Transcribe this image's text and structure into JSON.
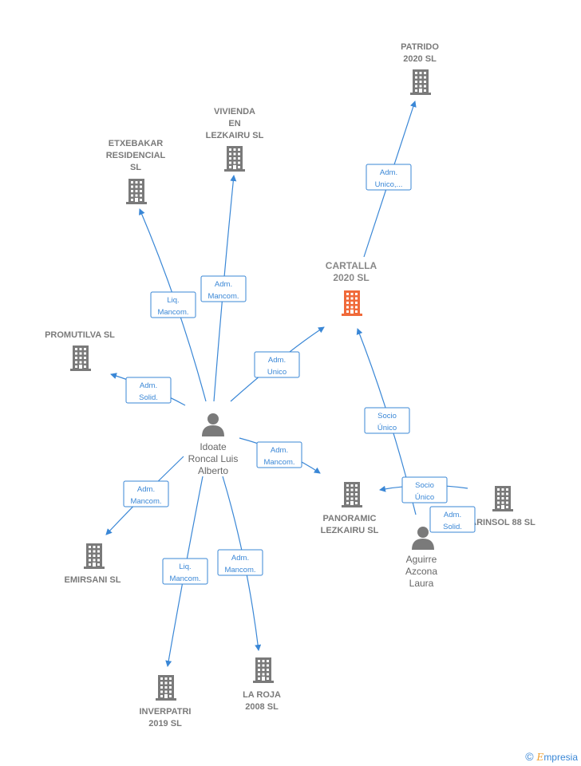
{
  "colors": {
    "edge": "#3a87d6",
    "building": "#7a7a7a",
    "focus": "#f06a3a",
    "person": "#7a7a7a"
  },
  "nodes": {
    "patrido": {
      "lines": [
        "PATRIDO",
        "2020  SL"
      ],
      "icon": "building-icon"
    },
    "vivienda": {
      "lines": [
        "VIVIENDA",
        "EN",
        "LEZKAIRU  SL"
      ],
      "icon": "building-icon"
    },
    "etxebakar": {
      "lines": [
        "ETXEBAKAR",
        "RESIDENCIAL",
        "SL"
      ],
      "icon": "building-icon"
    },
    "cartalla": {
      "lines": [
        "CARTALLA",
        "2020  SL"
      ],
      "icon": "building-icon",
      "focus": true
    },
    "promutilva": {
      "lines": [
        "PROMUTILVA SL"
      ],
      "icon": "building-icon"
    },
    "idoate": {
      "lines": [
        "Idoate",
        "Roncal Luis",
        "Alberto"
      ],
      "icon": "person-icon"
    },
    "panoramic": {
      "lines": [
        "PANORAMIC",
        "LEZKAIRU  SL"
      ],
      "icon": "building-icon"
    },
    "arinsol": {
      "lines": [
        "ARINSOL 88 SL"
      ],
      "icon": "building-icon"
    },
    "aguirre": {
      "lines": [
        "Aguirre",
        "Azcona",
        "Laura"
      ],
      "icon": "person-icon"
    },
    "emirsani": {
      "lines": [
        "EMIRSANI SL"
      ],
      "icon": "building-icon"
    },
    "inverpatri": {
      "lines": [
        "INVERPATRI",
        "2019  SL"
      ],
      "icon": "building-icon"
    },
    "laroja": {
      "lines": [
        "LA ROJA",
        "2008 SL"
      ],
      "icon": "building-icon"
    }
  },
  "edges": [
    {
      "id": "cartalla-patrido",
      "lines": [
        "Adm.",
        "Unico,..."
      ]
    },
    {
      "id": "idoate-vivienda",
      "lines": [
        "Adm.",
        "Mancom."
      ]
    },
    {
      "id": "idoate-etxebakar",
      "lines": [
        "Liq.",
        "Mancom."
      ]
    },
    {
      "id": "idoate-cartalla",
      "lines": [
        "Adm.",
        "Unico"
      ]
    },
    {
      "id": "idoate-promutilva",
      "lines": [
        "Adm.",
        "Solid."
      ]
    },
    {
      "id": "idoate-panoramic",
      "lines": [
        "Adm.",
        "Mancom."
      ]
    },
    {
      "id": "idoate-emirsani",
      "lines": [
        "Adm.",
        "Mancom."
      ]
    },
    {
      "id": "idoate-inverpatri",
      "lines": [
        "Liq.",
        "Mancom."
      ]
    },
    {
      "id": "idoate-laroja",
      "lines": [
        "Adm.",
        "Mancom."
      ]
    },
    {
      "id": "aguirre-cartalla",
      "lines": [
        "Socio",
        "Único"
      ]
    },
    {
      "id": "arinsol-panoramic",
      "lines": [
        "Socio",
        "Único"
      ]
    },
    {
      "id": "aguirre-arinsol",
      "lines": [
        "Adm.",
        "Solid."
      ]
    }
  ],
  "brand": {
    "copyright": "©",
    "name_initial": "E",
    "name_rest": "mpresia"
  }
}
